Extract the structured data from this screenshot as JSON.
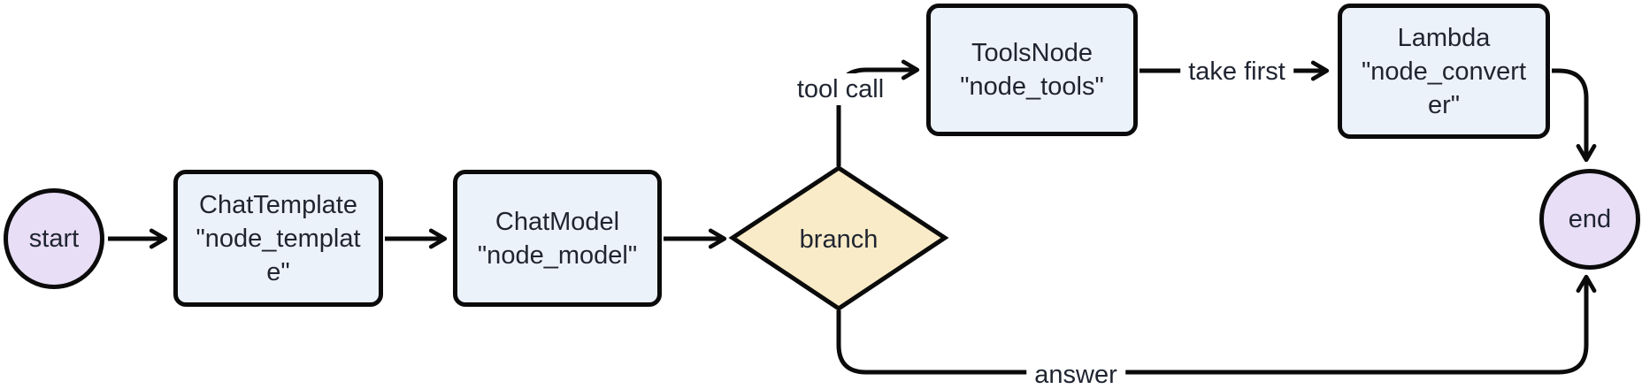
{
  "diagram": {
    "type": "flowchart",
    "nodes": {
      "start": {
        "label": "start",
        "shape": "circle"
      },
      "chat_template": {
        "shape": "rect",
        "line1": "ChatTemplate",
        "line2": "\"node_templat",
        "line3": "e\""
      },
      "chat_model": {
        "shape": "rect",
        "line1": "ChatModel",
        "line2": "\"node_model\""
      },
      "branch": {
        "label": "branch",
        "shape": "diamond"
      },
      "tools_node": {
        "shape": "rect",
        "line1": "ToolsNode",
        "line2": "\"node_tools\""
      },
      "lambda_converter": {
        "shape": "rect",
        "line1": "Lambda",
        "line2": "\"node_convert",
        "line3": "er\""
      },
      "end": {
        "label": "end",
        "shape": "circle"
      }
    },
    "edge_labels": {
      "tool_call": "tool call",
      "take_first": "take first",
      "answer": "answer"
    },
    "colors": {
      "terminal_fill": "#e8def6",
      "task_fill": "#ecf2fa",
      "decision_fill": "#f9ebc7",
      "stroke": "#0b0b0b",
      "text": "#1f2430",
      "background": "#ffffff"
    }
  }
}
